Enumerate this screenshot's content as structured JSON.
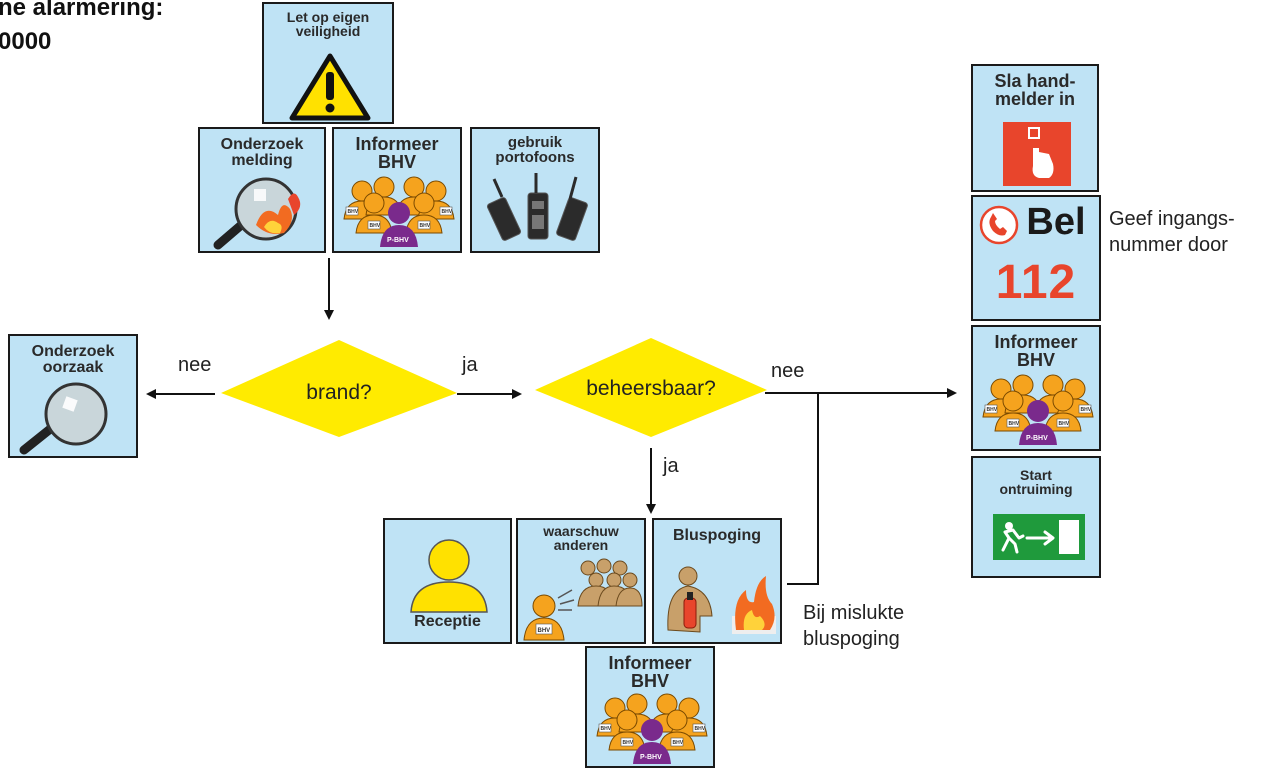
{
  "header": {
    "line1": "ne alarmering:",
    "line2": "0000"
  },
  "boxes": {
    "safety": {
      "title": "Let op eigen\nveiligheid"
    },
    "investigate_report": {
      "title": "Onderzoek\nmelding"
    },
    "inform_bhv_top": {
      "title": "Informeer\nBHV"
    },
    "radios": {
      "title": "gebruik\nportofoons"
    },
    "investigate_cause": {
      "title": "Onderzoek\noorzaak"
    },
    "reception": {
      "title": "Receptie"
    },
    "warn_others": {
      "title": "waarschuw\nanderen"
    },
    "extinguish": {
      "title": "Bluspoging"
    },
    "inform_bhv_bottom": {
      "title": "Informeer\nBHV"
    },
    "call_point": {
      "title": "Sla hand-\nmelder in"
    },
    "call_112": {
      "bel": "Bel",
      "number": "112"
    },
    "inform_bhv_right": {
      "title": "Informeer\nBHV"
    },
    "evacuation": {
      "title": "Start\nontruiming"
    }
  },
  "badges": {
    "bhv": "BHV",
    "pbhv": "P-BHV"
  },
  "decisions": {
    "fire": "brand?",
    "controllable": "beheersbaar?"
  },
  "edge_labels": {
    "fire_no": "nee",
    "fire_yes": "ja",
    "controllable_no": "nee",
    "controllable_yes": "ja"
  },
  "notes": {
    "entrance_number": "Geef ingangs-\nnummer door",
    "failed_attempt": "Bij mislukte\nbluspoging"
  },
  "colors": {
    "box_fill": "#bfe3f5",
    "diamond": "#ffeb00",
    "person": "#f5a31e",
    "pbhv": "#7a2a8c",
    "alarm_red": "#e8452c",
    "exit_green": "#1f9a3c"
  }
}
